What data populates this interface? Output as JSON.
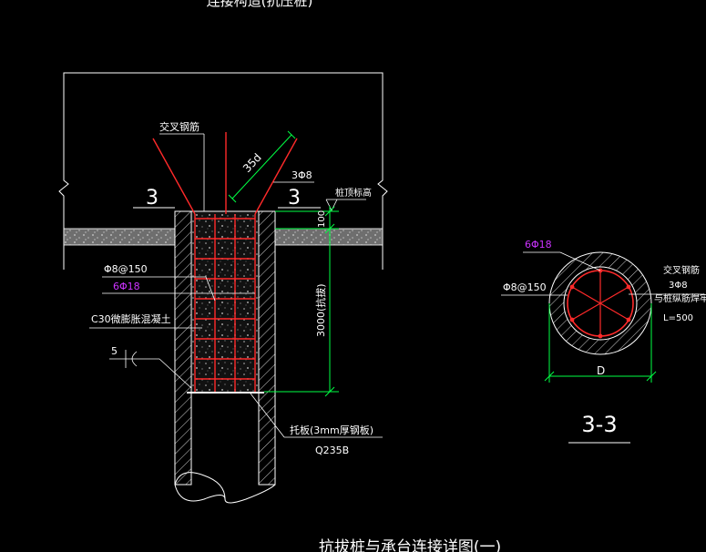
{
  "colors": {
    "background": "#000000",
    "outline": "#ffffff",
    "rebar": "#ff2a2a",
    "dimension": "#00ff44",
    "accent_label": "#cc33ff",
    "slab_fill": "#9a9a9a"
  },
  "title_top": "连接构造(抗压桩)",
  "title_bottom": "抗拔桩与承台连接详图(一)",
  "section_marker_left": "3",
  "section_marker_right": "3",
  "labels": {
    "cross_bar": "交叉钢筋",
    "anchorage": "35d",
    "top_bar": "3Φ8",
    "top_elevation": "桩顶标高",
    "stirrup": "Φ8@150",
    "main_bar": "6Φ18",
    "concrete": "C30微膨胀混凝土",
    "weld": "5",
    "dim_100": "100",
    "dim_3000": "3000(抗拔)",
    "plate": "托板(3mm厚钢板)",
    "plate_material": "Q235B"
  },
  "section": {
    "title": "3-3",
    "main_bar": "6Φ18",
    "cross_bar": "交叉钢筋",
    "top_bar": "3Φ8",
    "weld_note": "与桩纵筋焊牢",
    "length": "L=500",
    "stirrup": "Φ8@150",
    "diameter": "D"
  }
}
